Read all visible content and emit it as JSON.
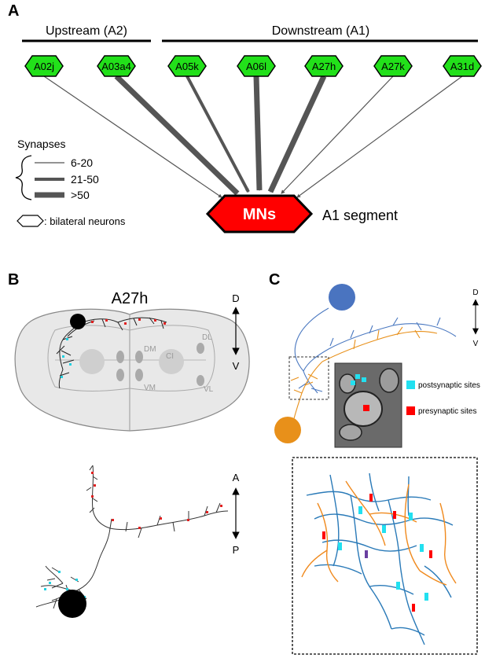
{
  "panels": [
    "A",
    "B",
    "C"
  ],
  "panelA": {
    "upstream_label": "Upstream (A2)",
    "downstream_label": "Downstream (A1)",
    "neurons": [
      {
        "label": "A02j",
        "weight": "6-20"
      },
      {
        "label": "A03a4",
        "weight": ">50"
      },
      {
        "label": "A05k",
        "weight": "21-50"
      },
      {
        "label": "A06l",
        "weight": ">50"
      },
      {
        "label": "A27h",
        "weight": ">50"
      },
      {
        "label": "A27k",
        "weight": "6-20"
      },
      {
        "label": "A31d",
        "weight": "6-20"
      }
    ],
    "target_label": "MNs",
    "segment_label": "A1 segment",
    "legend_title": "Synapses",
    "legend_items": [
      "6-20",
      "21-50",
      ">50"
    ],
    "bilateral_note": ": bilateral neurons",
    "colors": {
      "neuron_fill": "#22e01a",
      "target_fill": "#ff0000",
      "edge": "#555555"
    }
  },
  "panelB": {
    "title": "A27h",
    "regions": [
      "DM",
      "CI",
      "DL",
      "VM",
      "VL"
    ],
    "axis_dv": [
      "D",
      "V"
    ],
    "axis_ap": [
      "A",
      "P"
    ]
  },
  "panelC": {
    "axis_dv": [
      "D",
      "V"
    ],
    "legend": [
      {
        "label": "postsynaptic sites",
        "color": "#22e0f0"
      },
      {
        "label": "presynaptic sites",
        "color": "#ff0000"
      }
    ],
    "colors": {
      "blue_neuron": "#4a78c0",
      "orange_neuron": "#e8901a"
    }
  }
}
